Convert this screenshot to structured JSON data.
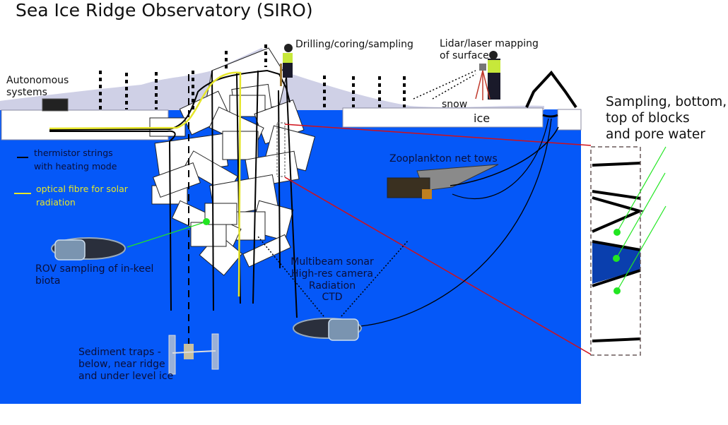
{
  "title": "Sea Ice Ridge Observatory (SIRO)",
  "labels": {
    "autonomous": "Autonomous\nsystems",
    "drilling": "Drilling/coring/sampling",
    "lidar": "Lidar/laser mapping\nof surface",
    "snow": "snow",
    "ice": "ice",
    "sampling": "Sampling, bottom,\ntop of blocks\nand pore water",
    "zooplankton": "Zooplankton net tows",
    "rov_keel": "ROV sampling of in-keel\nbiota",
    "rov_sensors": "Multibeam sonar\nHigh-res camera\nRadiation\nCTD",
    "sediment": "Sediment traps -\nbelow, near ridge\nand under level ice"
  },
  "legend": [
    {
      "label": "thermistor strings\nwith heating mode",
      "color": "#000000"
    },
    {
      "label": "optical fibre for solar\nradiation",
      "color": "#e6e62a"
    }
  ],
  "colors": {
    "water": "#0558f8",
    "snow": "#cfd0e6",
    "ice": "#ffffff",
    "thermistor": "#000000",
    "fibre": "#e6e62a",
    "zoom_link": "#d0101a",
    "sample_pointer": "#22e622",
    "core_box": "#6a5a5a"
  }
}
